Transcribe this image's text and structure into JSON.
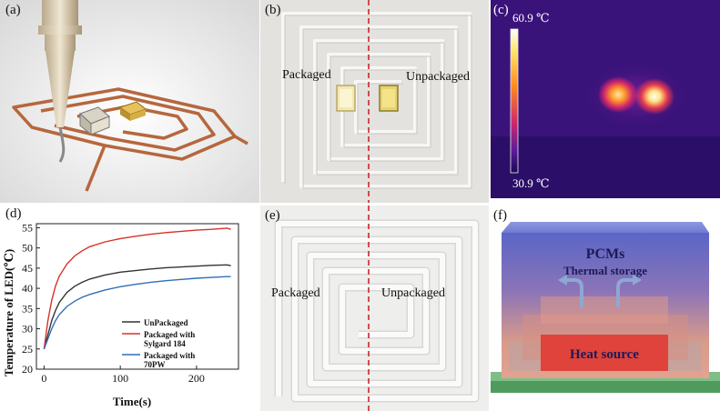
{
  "panels": {
    "a": {
      "label": "(a)"
    },
    "b": {
      "label": "(b)",
      "left_text": "Packaged",
      "right_text": "Unpackaged"
    },
    "c": {
      "label": "(c)",
      "max_temp": "60.9 ℃",
      "min_temp": "30.9 ℃"
    },
    "d": {
      "label": "(d)"
    },
    "e": {
      "label": "(e)",
      "left_text": "Packaged",
      "right_text": "Unpackaged"
    },
    "f": {
      "label": "(f)",
      "top_text": "PCMs",
      "mid_text": "Thermal storage",
      "heat_text": "Heat source"
    }
  },
  "colors": {
    "red": "#d8312b",
    "black": "#333333",
    "blue": "#2f6fb7",
    "dashed": "#c8262a"
  },
  "chart_data": {
    "type": "line",
    "xlabel": "Time(s)",
    "ylabel": "Temperature of LED(℃)",
    "xlim": [
      -10,
      255
    ],
    "ylim": [
      20,
      56
    ],
    "xticks": [
      0,
      100,
      200
    ],
    "yticks": [
      20,
      25,
      30,
      35,
      40,
      45,
      50,
      55
    ],
    "x": [
      0,
      5,
      10,
      15,
      20,
      30,
      40,
      50,
      60,
      80,
      100,
      120,
      140,
      160,
      180,
      200,
      220,
      240,
      245
    ],
    "series": [
      {
        "name": "UnPackaged",
        "color": "#333333",
        "values": [
          25,
          28.5,
          32,
          34.5,
          36.5,
          39,
          40.5,
          41.5,
          42.3,
          43.3,
          44,
          44.4,
          44.8,
          45.1,
          45.3,
          45.5,
          45.7,
          45.8,
          45.6
        ]
      },
      {
        "name": "Packaged with Sylgard 184",
        "color": "#d8312b",
        "values": [
          25,
          32,
          37,
          40.5,
          43,
          46,
          48,
          49.3,
          50.3,
          51.5,
          52.3,
          52.9,
          53.4,
          53.8,
          54.1,
          54.4,
          54.6,
          54.9,
          54.6
        ]
      },
      {
        "name": "Packaged with 70PW",
        "color": "#2f6fb7",
        "values": [
          25,
          27.5,
          30,
          32,
          33.5,
          35.5,
          36.8,
          37.8,
          38.5,
          39.6,
          40.4,
          41,
          41.5,
          41.9,
          42.2,
          42.5,
          42.7,
          42.9,
          42.9
        ]
      }
    ]
  }
}
